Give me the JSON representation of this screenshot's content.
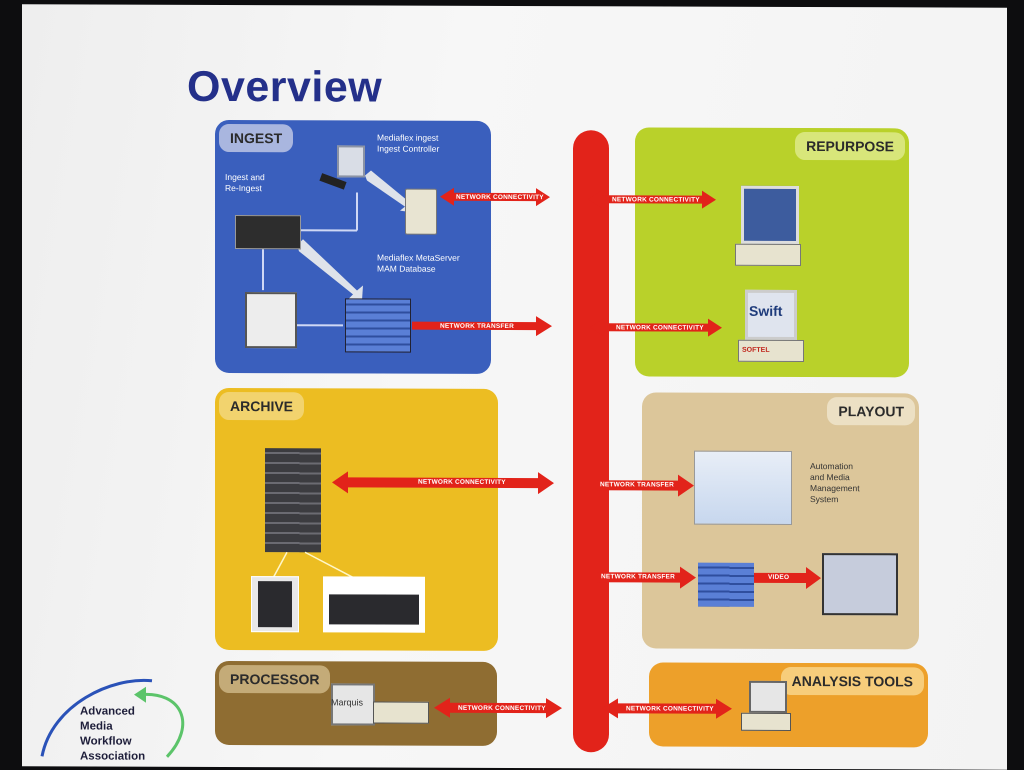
{
  "title": "Overview",
  "panels": {
    "ingest": {
      "label": "INGEST",
      "ingest_and_reingest": [
        "Ingest and",
        "Re-Ingest"
      ],
      "ingest_controller": [
        "Mediaflex ingest",
        "Ingest Controller"
      ],
      "metaserver": [
        "Mediaflex MetaServer",
        "MAM Database"
      ]
    },
    "repurpose": {
      "label": "REPURPOSE",
      "swift_label": "Swift",
      "softel_label": "SOFTEL"
    },
    "archive": {
      "label": "ARCHIVE"
    },
    "playout": {
      "label": "PLAYOUT",
      "automation": [
        "Automation",
        "and Media",
        "Management",
        "System"
      ],
      "video_label": "VIDEO"
    },
    "processor": {
      "label": "PROCESSOR",
      "marquis_label": "Marquis"
    },
    "analysis": {
      "label": "ANALYSIS TOOLS"
    }
  },
  "connections": {
    "network_connectivity": "NETWORK CONNECTIVITY",
    "network_transfer": "NETWORK TRANSFER"
  },
  "logo": {
    "lines": [
      "Advanced",
      "Media",
      "Workflow",
      "Association"
    ]
  },
  "colors": {
    "title": "#24308a",
    "ingest": "#3a5fbd",
    "repurpose": "#b9d12a",
    "archive": "#ecbd22",
    "playout": "#dcc69a",
    "processor": "#8f6d32",
    "analysis": "#eda02a",
    "bus": "#e2231a"
  }
}
